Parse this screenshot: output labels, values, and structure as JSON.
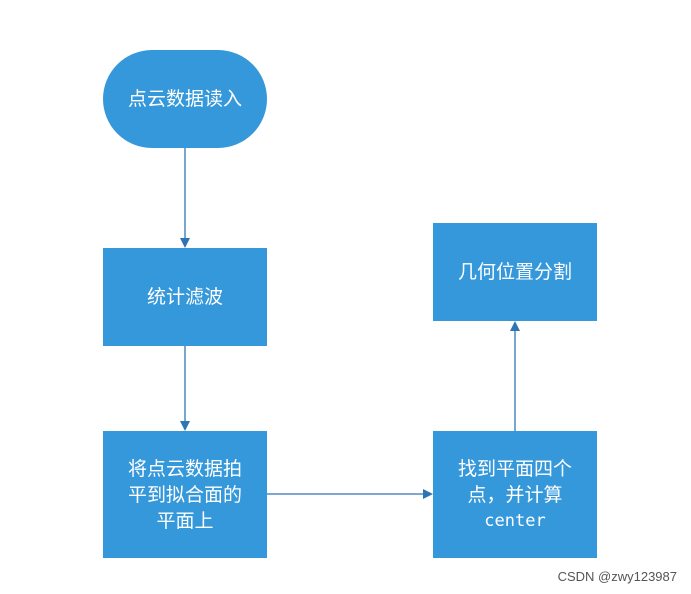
{
  "nodes": {
    "start": "点云数据读入",
    "filter": "统计滤波",
    "project": "将点云数据拍\n平到拟合面的\n平面上",
    "corners_line1": "找到平面四个",
    "corners_line2": "点，并计算",
    "corners_line3": "center",
    "segment": "几何位置分割"
  },
  "watermark": "CSDN @zwy123987",
  "colors": {
    "node_fill": "#3498db",
    "connector": "#2e75b6",
    "text": "#ffffff"
  }
}
